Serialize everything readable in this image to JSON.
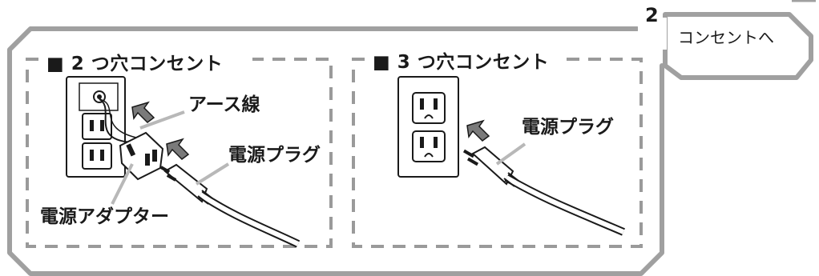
{
  "step": {
    "number": "2",
    "label": "コンセントへ"
  },
  "panel_two_hole": {
    "title": "■ 2 つ穴コンセント",
    "labels": {
      "earth_wire": "アース線",
      "power_plug": "電源プラグ",
      "power_adapter": "電源アダプター"
    }
  },
  "panel_three_hole": {
    "title": "■ 3 つ穴コンセント",
    "labels": {
      "power_plug": "電源プラグ"
    }
  },
  "colors": {
    "frame": "#a0a0a0",
    "dash": "#9a9a9a",
    "arrow": "#7a7a7a",
    "ink": "#1a1a1a",
    "leader": "#b8b8b8"
  }
}
